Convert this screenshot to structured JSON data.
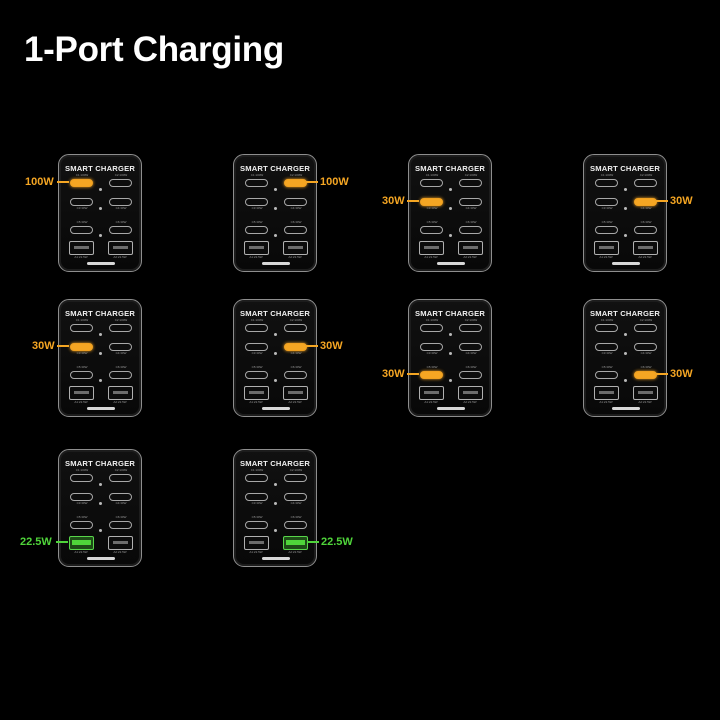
{
  "title": "1-Port Charging",
  "brand": "SMART CHARGER",
  "port_labels": {
    "C1": "C1:100W",
    "C2": "C2:100W",
    "C3": "C3:30W",
    "C4": "C4:30W",
    "C5": "C5:30W",
    "C6": "C6:30W",
    "A1": "A1:22.5W",
    "A2": "A2:22.5W"
  },
  "colors": {
    "usb_c_highlight": "#f5a623",
    "usb_a_highlight": "#4fd43a",
    "background": "#000000"
  },
  "chargers": [
    {
      "active_port": "C1",
      "wattage": "100W",
      "side": "left",
      "color": "orange"
    },
    {
      "active_port": "C2",
      "wattage": "100W",
      "side": "right",
      "color": "orange"
    },
    {
      "active_port": "C3",
      "wattage": "30W",
      "side": "left",
      "color": "orange"
    },
    {
      "active_port": "C4",
      "wattage": "30W",
      "side": "right",
      "color": "orange"
    },
    {
      "active_port": "C3",
      "wattage": "30W",
      "side": "left",
      "color": "orange"
    },
    {
      "active_port": "C4",
      "wattage": "30W",
      "side": "right",
      "color": "orange"
    },
    {
      "active_port": "C5",
      "wattage": "30W",
      "side": "left",
      "color": "orange"
    },
    {
      "active_port": "C6",
      "wattage": "30W",
      "side": "right",
      "color": "orange"
    },
    {
      "active_port": "A1",
      "wattage": "22.5W",
      "side": "left",
      "color": "green"
    },
    {
      "active_port": "A2",
      "wattage": "22.5W",
      "side": "right",
      "color": "green"
    }
  ]
}
